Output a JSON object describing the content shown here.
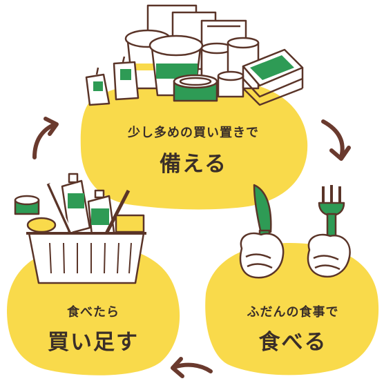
{
  "cycle": {
    "stock": {
      "line1": "少し多めの買い置きで",
      "line2": "備える"
    },
    "eat": {
      "line1": "ふだんの食事で",
      "line2": "食べる"
    },
    "buy": {
      "line1": "食べたら",
      "line2": "買い足す"
    }
  },
  "colors": {
    "yellow": "#f9da4b",
    "green": "#2e9b55",
    "outline": "#5a3428",
    "arrow": "#6a3a2e"
  }
}
